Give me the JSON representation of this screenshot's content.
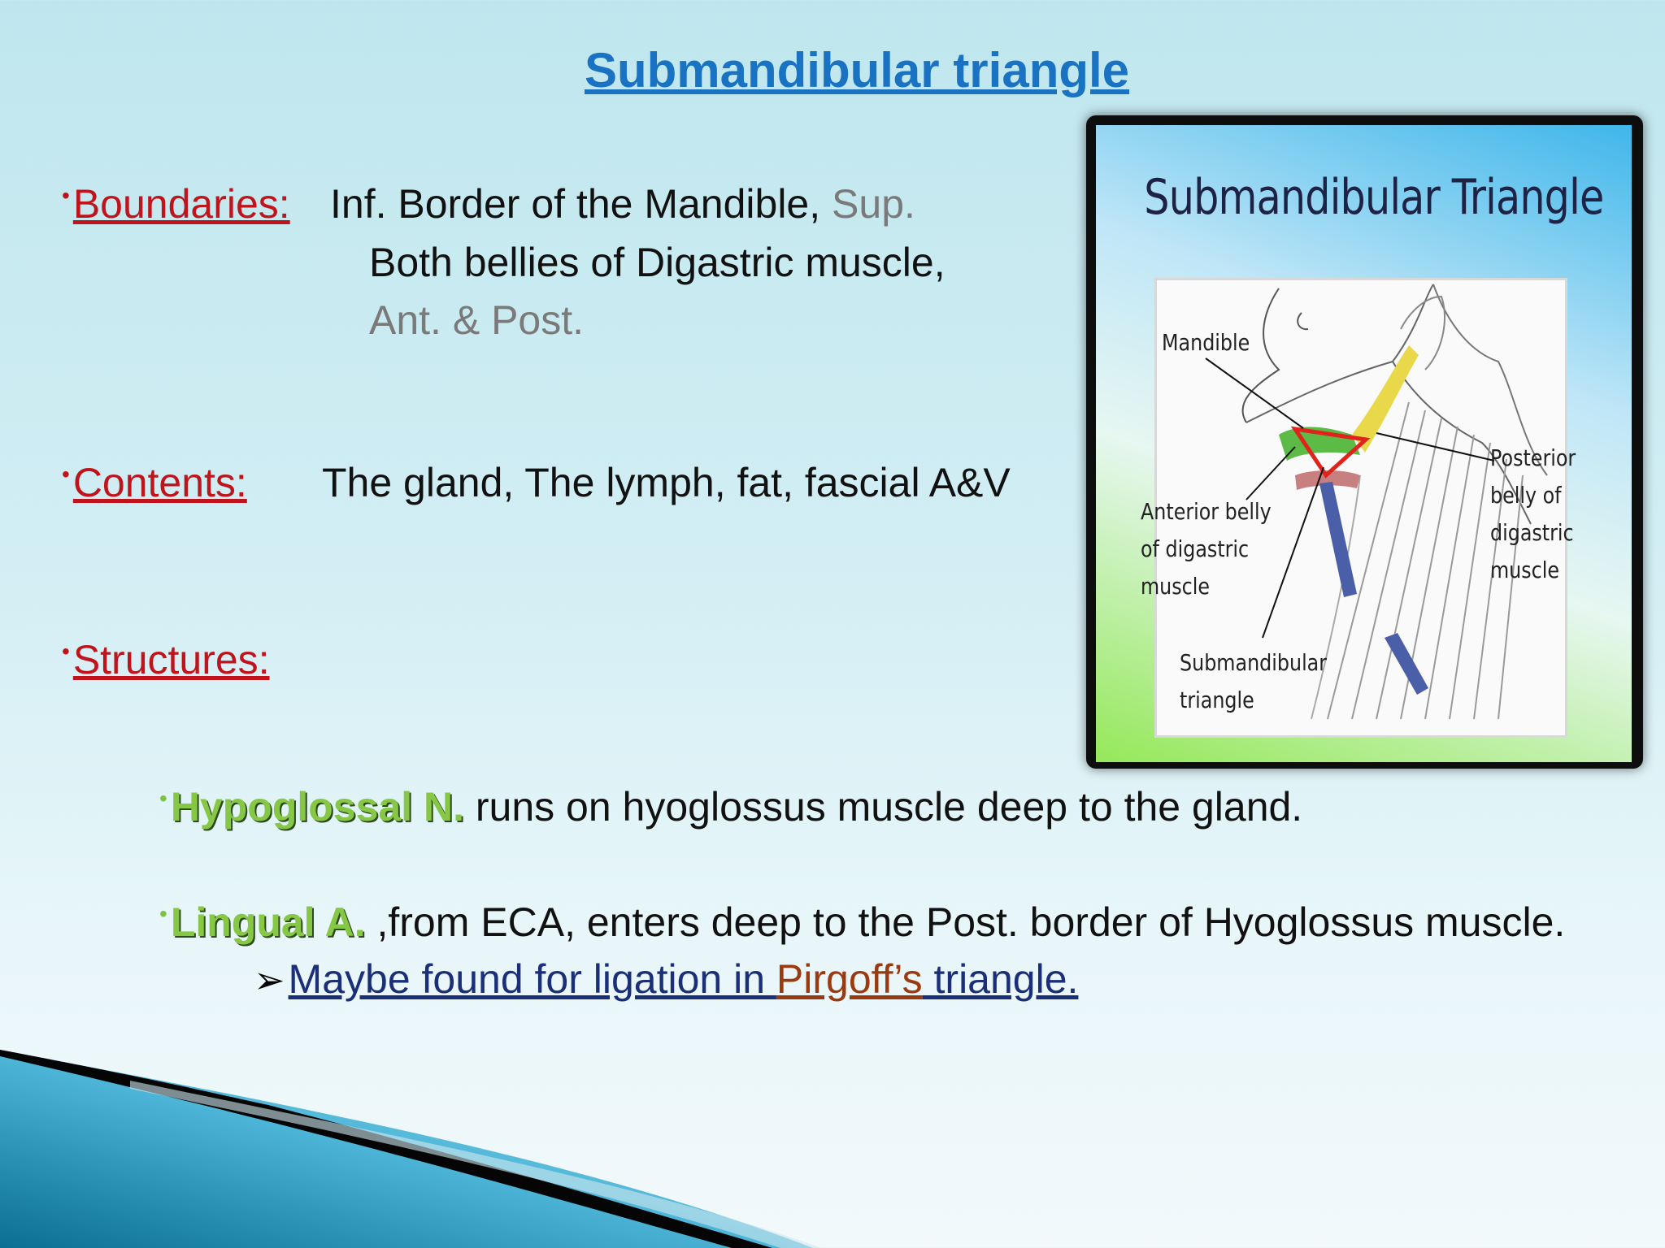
{
  "title": "Submandibular triangle",
  "boundaries": {
    "label": "Boundaries:",
    "line1_main": "Inf. Border of the Mandible, ",
    "line1_extra": "Sup.",
    "line2": "Both bellies of Digastric muscle,",
    "line3": "Ant. & Post."
  },
  "contents": {
    "label": "Contents:",
    "text": "The gland, The lymph, fat, fascial A&V"
  },
  "structures": {
    "label": "Structures:",
    "items": [
      {
        "term": "Hypoglossal N.",
        "text": " runs on hyoglossus muscle deep to the gland."
      },
      {
        "term": "Lingual A.",
        "text": " ,from ECA, enters deep to the Post. border of Hyoglossus muscle."
      }
    ],
    "sub_note": {
      "part1": "Maybe found for ligation in ",
      "part2": "Pirgoff’s",
      "part3": " triangle."
    }
  },
  "diagram": {
    "title": "Submandibular Triangle",
    "labels": {
      "mandible": "Mandible",
      "anterior": [
        "Anterior belly",
        "of digastric",
        "muscle"
      ],
      "posterior": [
        "Posterior",
        "belly of",
        "digastric",
        "muscle"
      ],
      "submandibular": [
        "Submandibular",
        "triangle"
      ]
    }
  },
  "colors": {
    "title": "#1a73c2",
    "label_red": "#c0141c",
    "term_green": "#86c846",
    "link_blue": "#1b2f78",
    "link_brown": "#9a3a10"
  }
}
